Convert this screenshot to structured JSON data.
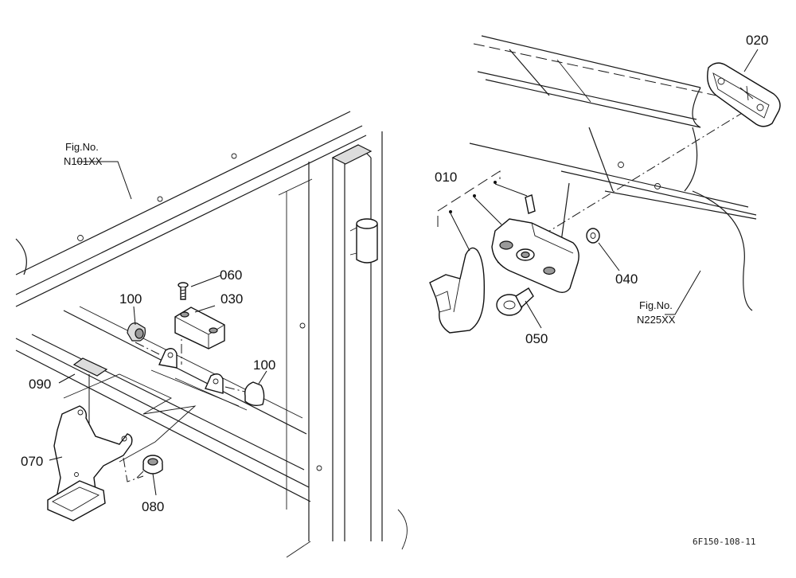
{
  "parts": {
    "p010": "010",
    "p020": "020",
    "p030": "030",
    "p040": "040",
    "p050": "050",
    "p060": "060",
    "p070": "070",
    "p080": "080",
    "p090": "090",
    "p100a": "100",
    "p100b": "100"
  },
  "references": {
    "left": {
      "title": "Fig.No.",
      "code": "N101XX"
    },
    "right": {
      "title": "Fig.No.",
      "code": "N225XX"
    }
  },
  "drawing_code": "6F150-108-11"
}
